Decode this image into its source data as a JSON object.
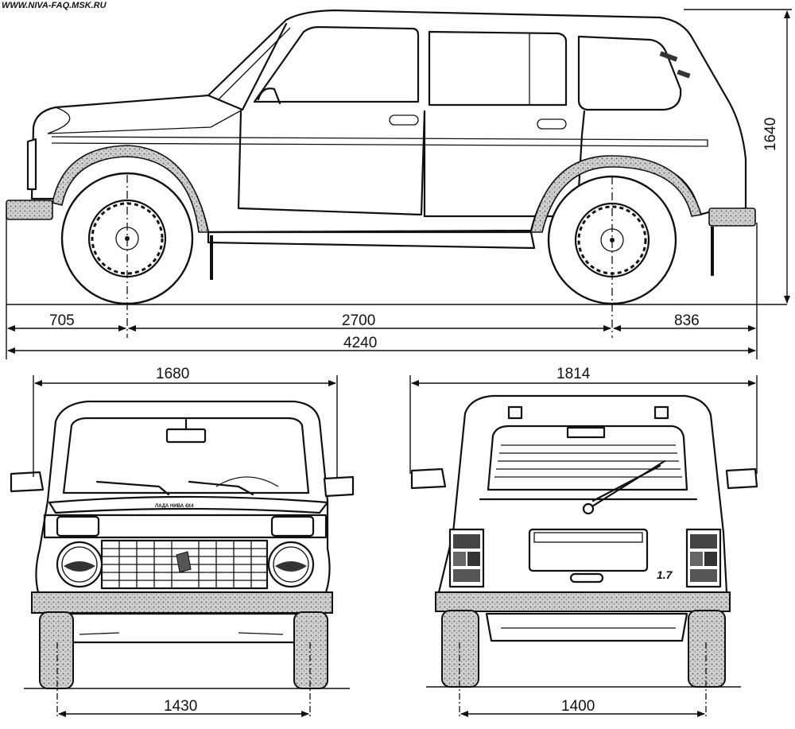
{
  "watermark": "WWW.NIVA-FAQ.MSK.RU",
  "dimensions": {
    "front_overhang": "705",
    "wheelbase": "2700",
    "rear_overhang": "836",
    "overall_length": "4240",
    "height": "1640",
    "front_width": "1680",
    "rear_width": "1814",
    "front_track": "1430",
    "rear_track": "1400"
  },
  "badges": {
    "model": "1.7"
  }
}
